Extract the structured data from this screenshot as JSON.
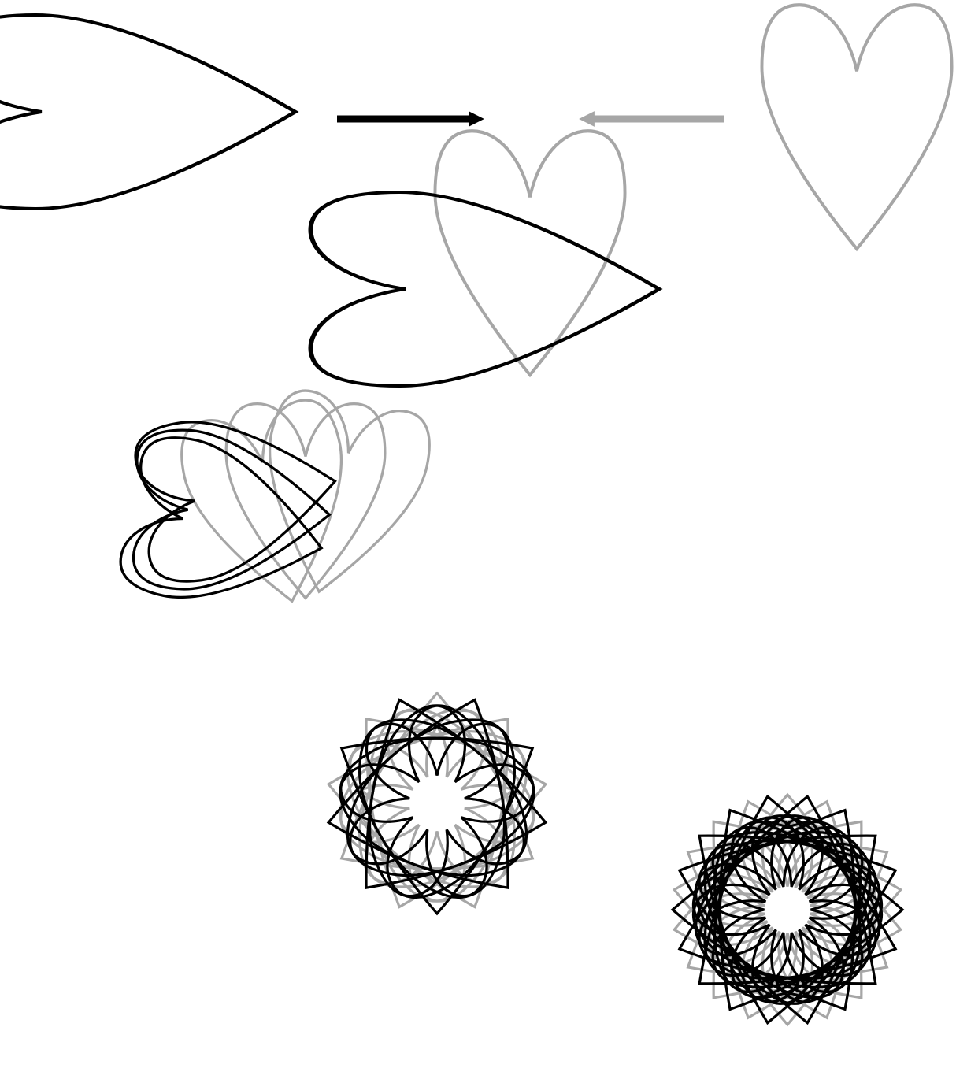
{
  "diagram": {
    "description_free": true,
    "colors": {
      "primary_stroke": "#000000",
      "secondary_stroke": "#a6a6a6",
      "background": "#ffffff"
    },
    "shape": "heart-outline",
    "stages": [
      {
        "id": "source-black",
        "color_key": "primary_stroke",
        "orientation": "rotated-pointing-right",
        "count": 1
      },
      {
        "id": "source-gray",
        "color_key": "secondary_stroke",
        "orientation": "upright-pointing-down",
        "count": 1
      },
      {
        "id": "merge",
        "black_count": 1,
        "gray_count": 1
      },
      {
        "id": "ring-small",
        "black_count": 3,
        "gray_count": 3
      },
      {
        "id": "ring-medium",
        "black_count": 9,
        "gray_count": 9
      },
      {
        "id": "ring-large",
        "black_count": 18,
        "gray_count": 18
      }
    ],
    "arrows": [
      {
        "id": "black-arrow",
        "color_key": "primary_stroke",
        "direction": "right"
      },
      {
        "id": "gray-arrow",
        "color_key": "secondary_stroke",
        "direction": "left"
      }
    ]
  }
}
